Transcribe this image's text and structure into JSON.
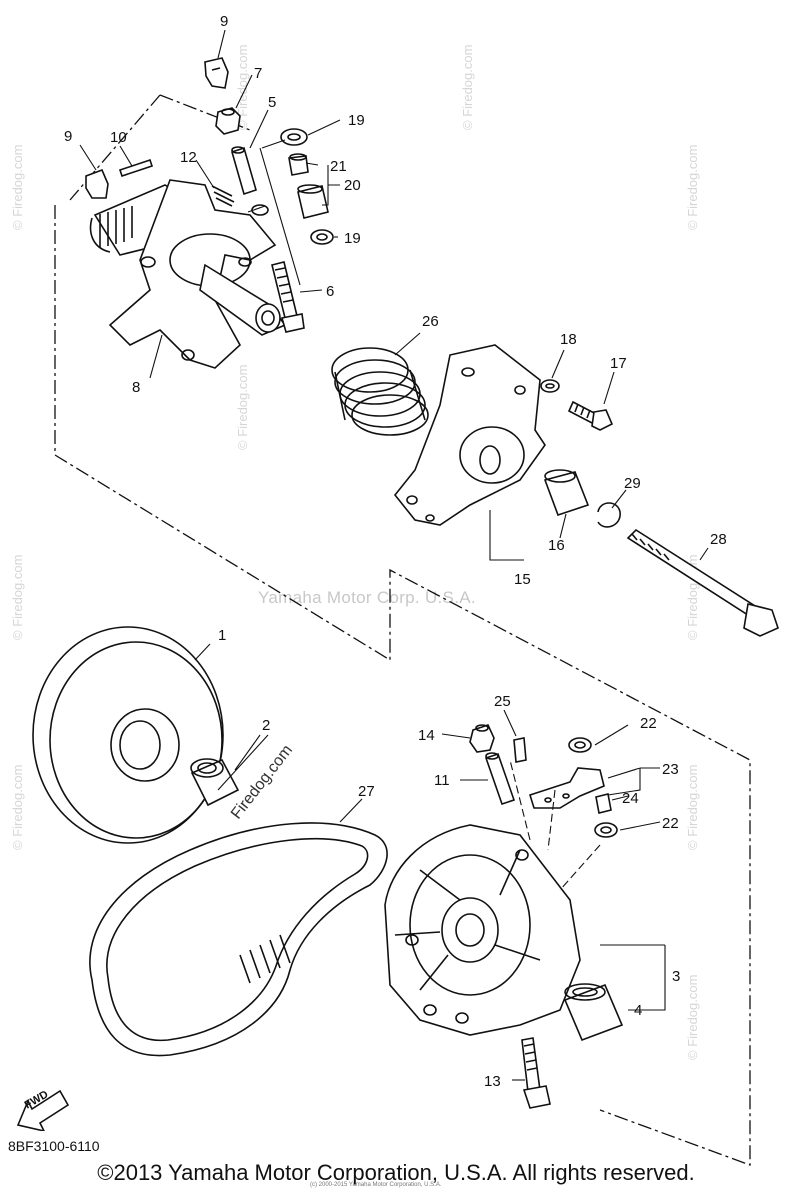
{
  "watermark_text": "© Firedog.com",
  "center_watermark": "Yamaha Motor Corp. U.S.A.",
  "diagonal_watermark": "Firedog.com",
  "part_code": "8BF3100-6110",
  "copyright": "©2013 Yamaha Motor Corporation, U.S.A. All rights reserved.",
  "fine_print": "(c) 2000-2015 Yamaha Motor Corporation, U.S.A.",
  "fwd_label": "FWD",
  "callouts": {
    "c1": "1",
    "c2": "2",
    "c3": "3",
    "c4": "4",
    "c5": "5",
    "c6": "6",
    "c7": "7",
    "c8": "8",
    "c9a": "9",
    "c9b": "9",
    "c10": "10",
    "c11": "11",
    "c12": "12",
    "c13": "13",
    "c14": "14",
    "c15": "15",
    "c16": "16",
    "c17": "17",
    "c18": "18",
    "c19a": "19",
    "c19b": "19",
    "c20": "20",
    "c21": "21",
    "c22a": "22",
    "c22b": "22",
    "c23": "23",
    "c24": "24",
    "c25": "25",
    "c26": "26",
    "c27": "27",
    "c28": "28",
    "c29": "29"
  }
}
